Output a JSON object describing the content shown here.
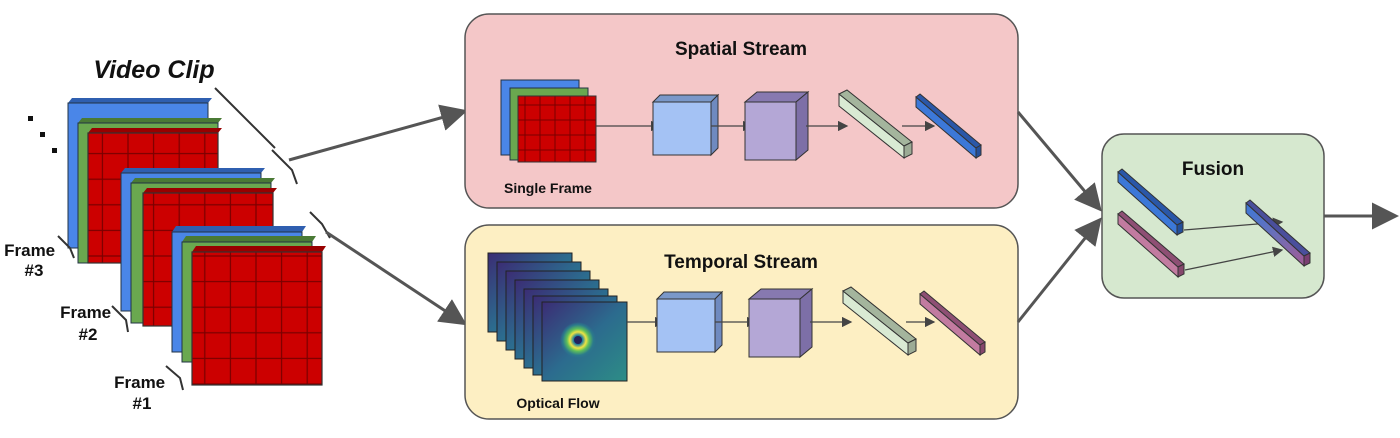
{
  "video_clip": {
    "title": "Video Clip",
    "frame_labels": [
      {
        "line1": "Frame",
        "line2": "#3"
      },
      {
        "line1": "Frame",
        "line2": "#2"
      },
      {
        "line1": "Frame",
        "line2": "#1"
      }
    ]
  },
  "spatial_stream": {
    "title": "Spatial Stream",
    "input_label": "Single Frame"
  },
  "temporal_stream": {
    "title": "Temporal Stream",
    "input_label": "Optical Flow"
  },
  "fusion": {
    "title": "Fusion"
  },
  "colors": {
    "spatial_panel": "#f4c7c8",
    "temporal_panel": "#fdefc3",
    "fusion_panel": "#d6e8cf",
    "frame_red": "#cc0000",
    "frame_green": "#6aa84f",
    "frame_blue": "#4a86e8",
    "cube_blue": "#a4c2f4",
    "cube_purple": "#b4a7d6",
    "cube_green": "#d9ead3",
    "bar_blue": "#3c78d8",
    "bar_pink": "#c27ba0"
  }
}
